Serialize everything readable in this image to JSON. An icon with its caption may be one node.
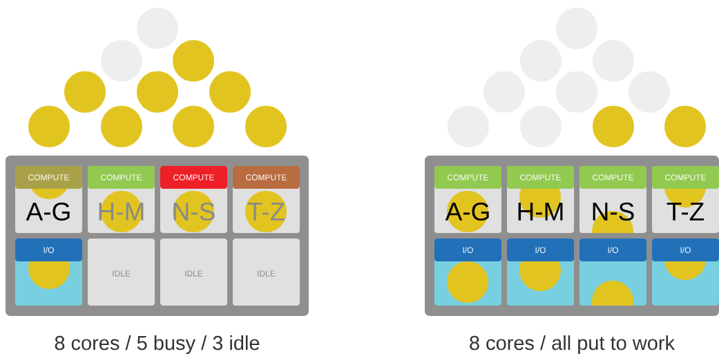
{
  "diagram": {
    "nodes": [
      {
        "text": [],
        "shape": "box"
      },
      {
        "text": [
          "COMPUTE",
          "A-G"
        ],
        "in": 0
      },
      {
        "text": [
          "COMPUTE",
          "H-M"
        ],
        "in": 0
      },
      {
        "text": [
          "COMPUTE",
          "N-S"
        ],
        "in": 0
      },
      {
        "text": [
          "COMPUTE",
          "T-Z"
        ],
        "in": 0
      },
      {
        "text": [
          "I/O"
        ],
        "in": 0
      },
      {
        "text": [
          "IDLE"
        ],
        "in": 0
      },
      {
        "text": [
          "IDLE"
        ],
        "in": 0
      },
      {
        "text": [
          "IDLE"
        ],
        "in": 0
      },
      {
        "text": [],
        "shape": "box"
      },
      {
        "text": [
          "COMPUTE",
          "A-G"
        ],
        "in": 9
      },
      {
        "text": [
          "COMPUTE",
          "H-M"
        ],
        "in": 9
      },
      {
        "text": [
          "COMPUTE",
          "N-S"
        ],
        "in": 9
      },
      {
        "text": [
          "COMPUTE",
          "T-Z"
        ],
        "in": 9
      },
      {
        "text": [
          "I/O"
        ],
        "in": 9
      },
      {
        "text": [
          "I/O"
        ],
        "in": 9
      },
      {
        "text": [
          "I/O"
        ],
        "in": 9
      },
      {
        "text": [
          "I/O"
        ],
        "in": 9
      }
    ],
    "labels": [
      "8 cores / 5 busy / 3 idle",
      "8 cores / all put to work"
    ]
  }
}
